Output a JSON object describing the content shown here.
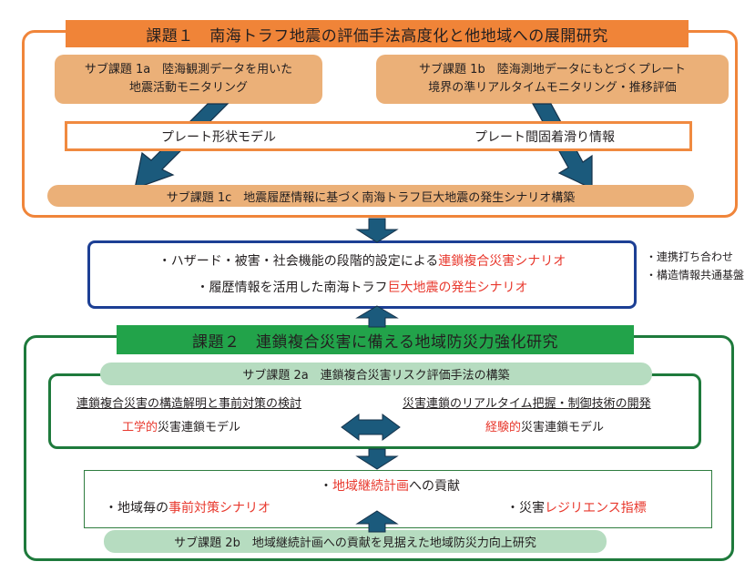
{
  "theme1": {
    "title": "課題１　南海トラフ地震の評価手法高度化と他地域への展開研究",
    "sub_1a": {
      "line1": "サブ課題 1a　陸海観測データを用いた",
      "line2": "地震活動モニタリング"
    },
    "sub_1b": {
      "line1": "サブ課題 1b　陸海測地データにもとづくプレート",
      "line2": "境界の準リアルタイムモニタリング・推移評価"
    },
    "middle": {
      "left": "プレート形状モデル",
      "right": "プレート間固着滑り情報"
    },
    "sub_1c": "サブ課題 1c　地震履歴情報に基づく南海トラフ巨大地震の発生シナリオ構築"
  },
  "outcome": {
    "line1_prefix": "・ハザード・被害・社会機能の段階的設定による",
    "line1_highlight": "連鎖複合災害シナリオ",
    "line2_prefix": "・履歴情報を活用した南海トラフ",
    "line2_highlight": "巨大地震の発生シナリオ"
  },
  "collaboration": {
    "items": [
      "・連携打ち合わせ",
      "・構造情報共通基盤"
    ]
  },
  "theme2": {
    "title": "課題２　連鎖複合災害に備える地域防災力強化研究",
    "sub_2a": {
      "label": "サブ課題 2a　連鎖複合災害リスク評価手法の構築",
      "left_heading": "連鎖複合災害の構造解明と事前対策の検討",
      "left_model_highlight": "工学的",
      "left_model_rest": "災害連鎖モデル",
      "right_heading": "災害連鎖のリアルタイム把握・制御技術の開発",
      "right_model_highlight": "経験的",
      "right_model_rest": "災害連鎖モデル"
    },
    "results": {
      "left_prefix": "・地域毎の",
      "left_highlight": "事前対策シナリオ",
      "center_prefix": "・",
      "center_highlight": "地域継続計画",
      "center_rest": "への貢献",
      "right_prefix": "・災害",
      "right_highlight": "レジリエンス指標"
    },
    "sub_2b": "サブ課題 2b　地域継続計画への貢献を見据えた地域防災力向上研究"
  },
  "colors": {
    "theme1_orange": "#f08438",
    "sub1_fill": "#ebb078",
    "outcome_blue": "#1c3f94",
    "theme2_green": "#22a34a",
    "theme2_frame": "#1e7a3c",
    "sub2_fill": "#b6dcc0",
    "arrow": "#1b5a7c",
    "highlight_red": "#e8382d"
  }
}
